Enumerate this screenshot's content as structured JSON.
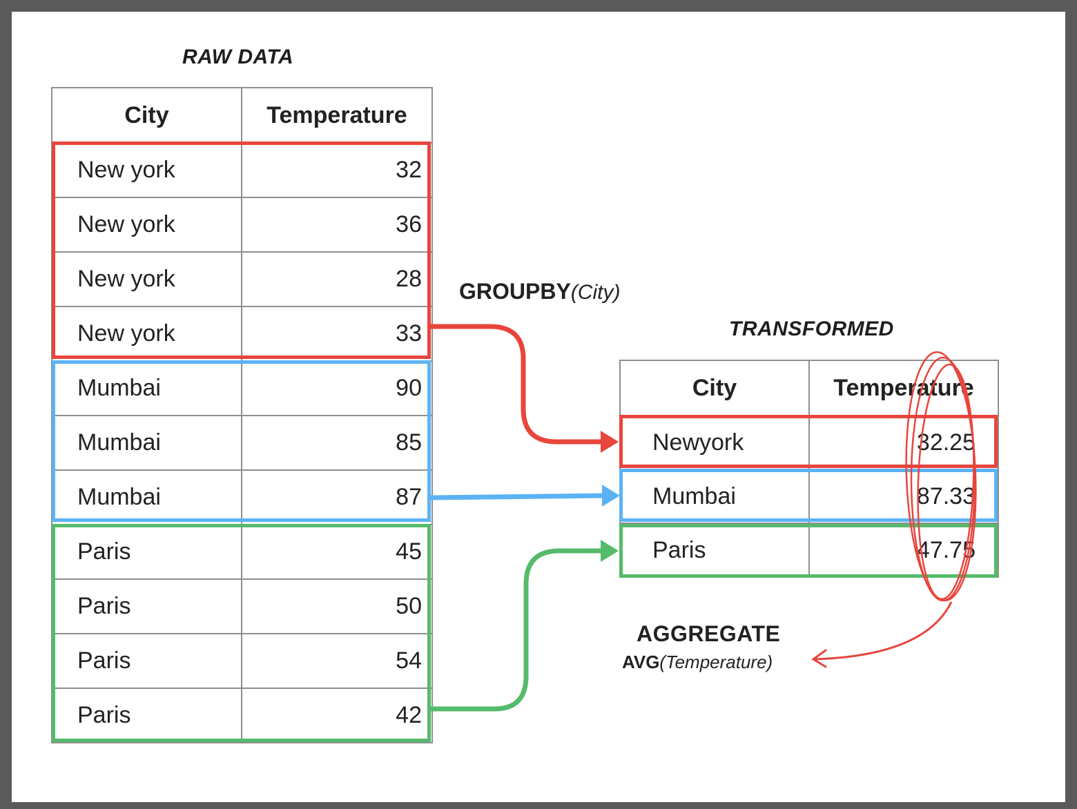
{
  "raw": {
    "title": "RAW DATA",
    "headers": [
      "City",
      "Temperature"
    ],
    "rows": [
      [
        "New york",
        "32"
      ],
      [
        "New york",
        "36"
      ],
      [
        "New york",
        "28"
      ],
      [
        "New york",
        "33"
      ],
      [
        "Mumbai",
        "90"
      ],
      [
        "Mumbai",
        "85"
      ],
      [
        "Mumbai",
        "87"
      ],
      [
        "Paris",
        "45"
      ],
      [
        "Paris",
        "50"
      ],
      [
        "Paris",
        "54"
      ],
      [
        "Paris",
        "42"
      ]
    ]
  },
  "groupby": {
    "keyword": "GROUPBY",
    "arg": "(City)"
  },
  "transformed": {
    "title": "TRANSFORMED",
    "headers": [
      "City",
      "Temperature"
    ],
    "rows": [
      [
        "Newyork",
        "32.25"
      ],
      [
        "Mumbai",
        "87.33"
      ],
      [
        "Paris",
        "47.75"
      ]
    ]
  },
  "aggregate": {
    "keyword": "AGGREGATE",
    "func": "AVG",
    "arg": "(Temperature)"
  },
  "colors": {
    "newyork": "#e8453c",
    "mumbai": "#5bb3f5",
    "paris": "#55bb6a",
    "grid": "#8e8e8e"
  }
}
